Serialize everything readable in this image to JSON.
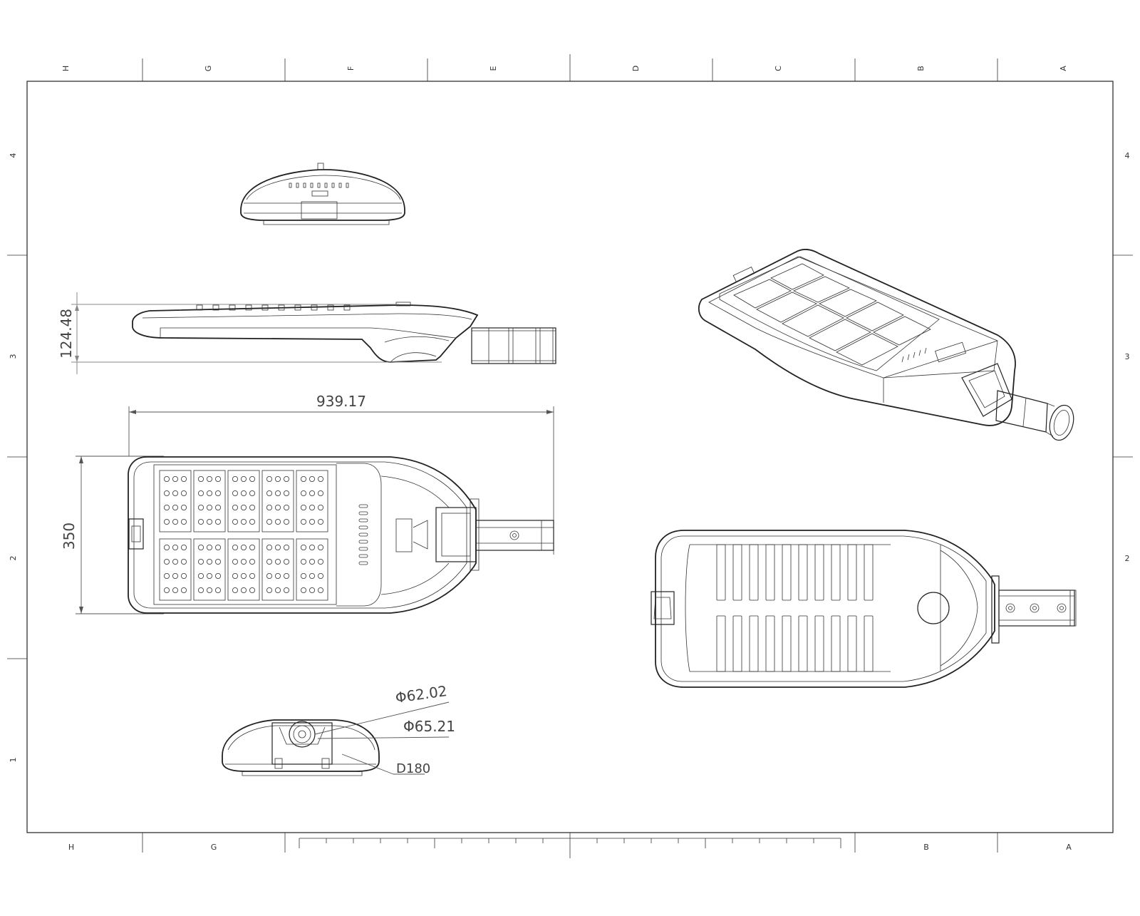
{
  "zones": {
    "columns_top": [
      "H",
      "G",
      "F",
      "E",
      "D",
      "C",
      "B",
      "A"
    ],
    "columns_bottom": [
      "H",
      "G",
      "",
      "",
      "",
      "",
      "B",
      "A"
    ],
    "rows_left": [
      "4",
      "3",
      "2",
      "1"
    ],
    "rows_right": [
      "4",
      "3",
      "2"
    ]
  },
  "dimensions": {
    "height": "124.48",
    "length": "939.17",
    "width": "350",
    "phi_inner": "Φ62.02",
    "phi_outer": "Φ65.21",
    "d180": "D180"
  }
}
